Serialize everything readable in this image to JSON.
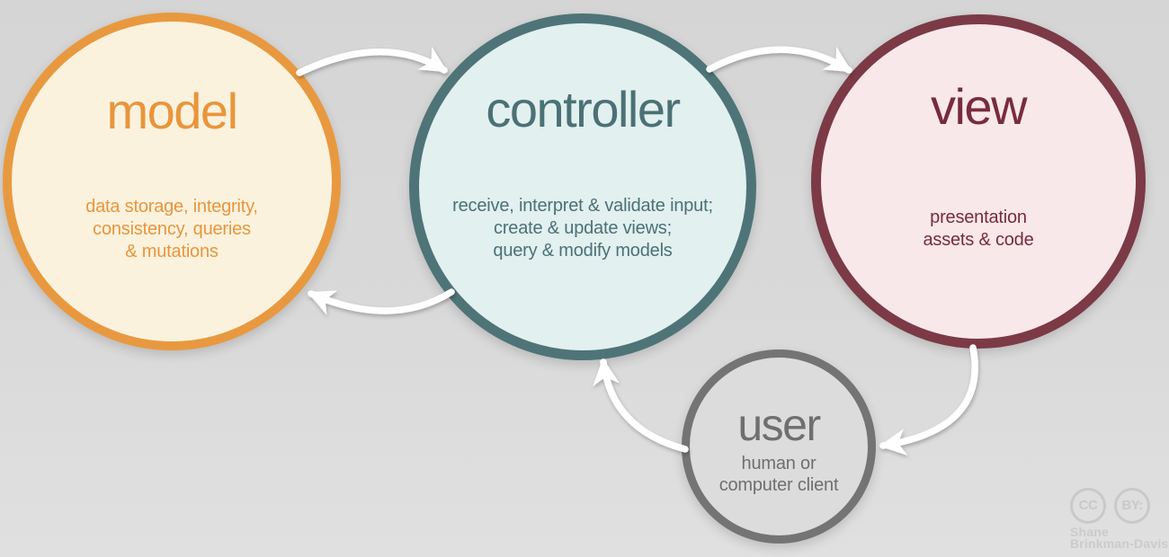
{
  "title": "model view controller diagram",
  "nodes": {
    "model": {
      "title": "model",
      "body": [
        "data storage, integrity,",
        "consistency, queries",
        "& mutations"
      ],
      "border_color": "#e8993f",
      "fill_color": "#fbf2de",
      "text_color": "#e9953b"
    },
    "controller": {
      "title": "controller",
      "body": [
        "receive, interpret & validate input;",
        "create & update views;",
        "query & modify models"
      ],
      "border_color": "#4e7478",
      "fill_color": "#e2f0ef",
      "text_color": "#4b7176"
    },
    "view": {
      "title": "view",
      "body": [
        "presentation",
        "assets & code"
      ],
      "border_color": "#7b3a46",
      "fill_color": "#f9e8ea",
      "text_color": "#782b3c"
    },
    "user": {
      "title": "user",
      "body": [
        "human or",
        "computer client"
      ],
      "border_color": "#747474",
      "fill_color": "#dcdcdc",
      "text_color": "#6f6f6f"
    }
  },
  "edges": [
    {
      "from": "model",
      "to": "controller"
    },
    {
      "from": "controller",
      "to": "view"
    },
    {
      "from": "controller",
      "to": "model"
    },
    {
      "from": "view",
      "to": "user"
    },
    {
      "from": "user",
      "to": "controller"
    }
  ],
  "arrow_color": "#ffffff",
  "watermark": {
    "cc_label": "CC",
    "by_label": "BY:",
    "author_line1": "Shane",
    "author_line2": "Brinkman-Davis"
  }
}
